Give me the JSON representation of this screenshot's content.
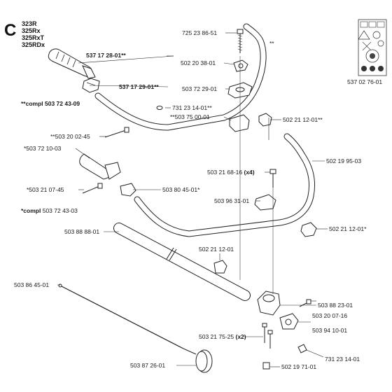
{
  "section_letter": "C",
  "models": [
    "323R",
    "325Rx",
    "325RxT",
    "325RDx"
  ],
  "labels": {
    "p_725_23_86_51": "725 23 86-51",
    "p_502_20_38_01": "502 20 38-01",
    "p_537_17_28_01": "537 17 28-01**",
    "p_537_17_29_01": "537 17 29-01**",
    "p_503_72_29_01": "503 72 29-01",
    "compl_503_72_43_09": "**compl 503 72 43-09",
    "p_731_23_14_01_a": "731 23 14-01**",
    "p_503_75_00_01": "**503 75 00-01",
    "p_502_21_12_01_a": "502 21 12-01**",
    "p_503_20_02_45": "**503 20 02-45",
    "p_503_72_10_03": "*503 72 10-03",
    "p_502_19_95_03": "502 19 95-03",
    "p_503_21_68_16": "503 21 68-16",
    "p_503_21_68_16_qty": "(x4)",
    "p_503_21_07_45": "*503 21 07-45",
    "p_503_80_45_01": "503 80 45-01*",
    "p_503_96_31_01": "503 96 31-01",
    "compl_503_72_43_03_a": "*compl",
    "compl_503_72_43_03_b": "503 72 43-03",
    "p_502_21_12_01_b": "502 21 12-01*",
    "p_503_88_88_01": "503 88 88-01",
    "p_502_21_12_01_c": "502 21 12-01",
    "p_503_86_45_01": "503 86 45-01",
    "p_503_88_23_01": "503 88 23-01",
    "p_503_20_07_16": "503 20 07-16",
    "p_503_94_10_01": "503 94 10-01",
    "p_503_21_75_25": "503 21 75-25",
    "p_503_21_75_25_qty": "(x2)",
    "p_731_23_14_01_b": "731 23 14-01",
    "p_503_87_26_01": "503 87 26-01",
    "p_502_19_71_01": "502 19 71-01",
    "p_537_02_76_01": "537 02 76-01",
    "double_star_mark": "**"
  }
}
